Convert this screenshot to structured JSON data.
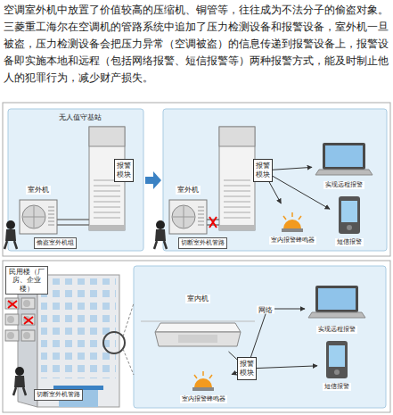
{
  "diagram": {
    "nodes": [
      {
        "text": [
          "报警模块"
        ]
      },
      {
        "text": [
          "室外机"
        ]
      },
      {
        "text": [
          "报警模块"
        ]
      },
      {
        "text": [
          "室外机"
        ]
      },
      {
        "text": [
          "实现远程报警"
        ]
      },
      {
        "text": [
          "短信报警"
        ]
      },
      {
        "text": [
          "室内报警蜂鸣器"
        ]
      },
      {
        "text": [
          "室内机"
        ]
      },
      {
        "text": [
          "报警模块"
        ]
      },
      {
        "text": [
          "实现远程报警"
        ]
      },
      {
        "text": [
          "短信报警"
        ]
      },
      {
        "text": [
          "室内报警蜂鸣器"
        ]
      }
    ],
    "edges": [
      {
        "from": 2,
        "to": 4,
        "arrow": "to"
      },
      {
        "from": 2,
        "to": 5,
        "arrow": "to"
      },
      {
        "from": 2,
        "to": 6,
        "arrow": "to"
      },
      {
        "from": 7,
        "to": 8,
        "arrow": "none"
      },
      {
        "from": 8,
        "to": 9,
        "arrow": "to",
        "label": "网络"
      },
      {
        "from": 8,
        "to": 10,
        "arrow": "to"
      },
      {
        "from": 8,
        "to": 11,
        "arrow": "to"
      }
    ],
    "labels": [
      "空调室外机中放置了价值较高的压缩机、铜管等，往往成为不法分子的偷盗对象。",
      "三菱重工海尔在空调机的管路系统中追加了压力检测设备和报警设备，室外机一旦被盗，压力检测设备会把压力异常（空调被盗）的信息传递到报警设备上，报警设备即实施本地和远程（包括网络报警、短信报警等）两种报警方式，能及时制止他人的犯罪行为，减少财产损失。",
      "无人值守基站",
      "偷盗室外机组",
      "切断室外机管路",
      "民用楼（厂房、企业楼）",
      "切断室外机管路"
    ]
  }
}
